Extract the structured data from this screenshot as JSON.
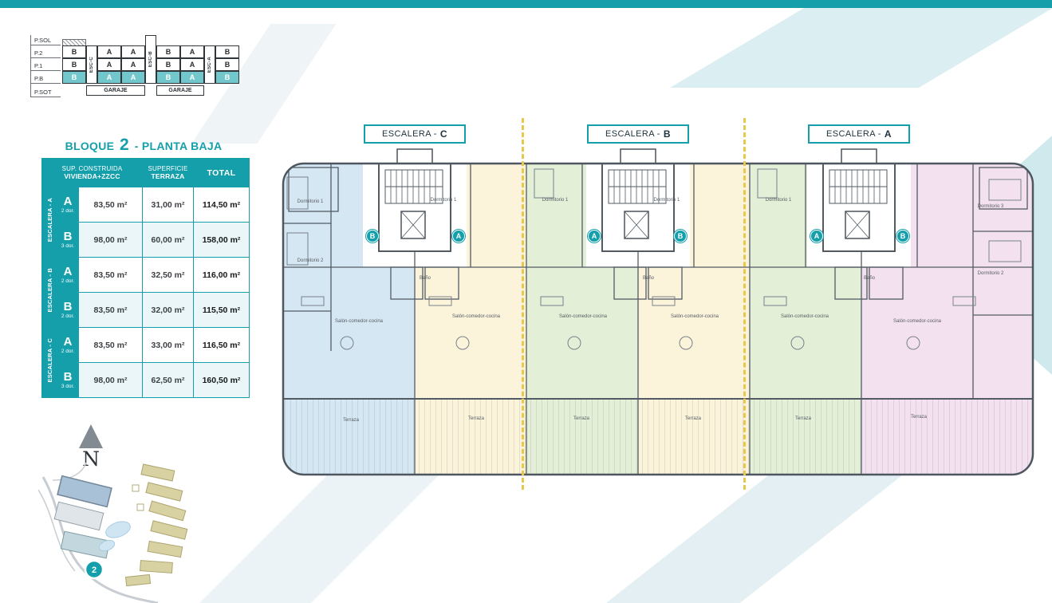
{
  "colors": {
    "accent": "#149fab",
    "pb_row_teal": "#72c7cd",
    "zone_blue": "#d6e7f4",
    "zone_cream": "#fbf3da",
    "zone_green": "#e4efd7",
    "zone_pink": "#f4e1f0",
    "dash_yellow": "#e8c84a"
  },
  "title": {
    "word": "BLOQUE",
    "number": "2",
    "rest": "- PLANTA BAJA"
  },
  "section_diagram": {
    "floor_labels": [
      "P.SOL",
      "P.2",
      "P.1",
      "P.B",
      "P.SOT"
    ],
    "esc_labels": [
      "ESC-C",
      "ESC-B",
      "ESC-A"
    ],
    "row_p2": [
      "B",
      "A",
      "A",
      "B",
      "A",
      "B"
    ],
    "row_p1": [
      "B",
      "A",
      "A",
      "B",
      "A",
      "B"
    ],
    "row_pb": [
      "B",
      "A",
      "A",
      "B",
      "A",
      "B"
    ],
    "garaje": "GARAJE"
  },
  "area_table": {
    "headers": {
      "col1_line1": "SUP. CONSTRUIDA",
      "col1_line2": "VIVIENDA+ZZCC",
      "col2_line1": "SUPERFICIE",
      "col2_line2": "TERRAZA",
      "col3": "TOTAL"
    },
    "groups": [
      {
        "label": "ESCALERA - A",
        "rows": [
          {
            "type": "A",
            "dorms": "2 dor.",
            "built": "83,50 m²",
            "terrace": "31,00 m²",
            "total": "114,50 m²"
          },
          {
            "type": "B",
            "dorms": "3 dor.",
            "built": "98,00 m²",
            "terrace": "60,00 m²",
            "total": "158,00 m²"
          }
        ]
      },
      {
        "label": "ESCALERA - B",
        "rows": [
          {
            "type": "A",
            "dorms": "2 dor.",
            "built": "83,50 m²",
            "terrace": "32,50 m²",
            "total": "116,00 m²"
          },
          {
            "type": "B",
            "dorms": "2 dor.",
            "built": "83,50 m²",
            "terrace": "32,00 m²",
            "total": "115,50 m²"
          }
        ]
      },
      {
        "label": "ESCALERA - C",
        "rows": [
          {
            "type": "A",
            "dorms": "2 dor.",
            "built": "83,50 m²",
            "terrace": "33,00 m²",
            "total": "116,50 m²"
          },
          {
            "type": "B",
            "dorms": "3 dor.",
            "built": "98,00 m²",
            "terrace": "62,50 m²",
            "total": "160,50 m²"
          }
        ]
      }
    ]
  },
  "plan": {
    "escaleras": [
      {
        "label": "ESCALERA -",
        "letter": "C"
      },
      {
        "label": "ESCALERA -",
        "letter": "B"
      },
      {
        "label": "ESCALERA -",
        "letter": "A"
      }
    ],
    "markers": [
      "B",
      "A",
      "A",
      "B",
      "A",
      "B"
    ],
    "rooms": {
      "terraza": "Terraza",
      "salon": "Salón-comedor-cocina",
      "dorm1": "Dormitorio 1",
      "dorm2": "Dormitorio 2",
      "dorm3": "Dormitorio 3",
      "bano": "Baño"
    }
  },
  "compass": {
    "letter": "N"
  },
  "site_plan": {
    "block_label": "2"
  }
}
